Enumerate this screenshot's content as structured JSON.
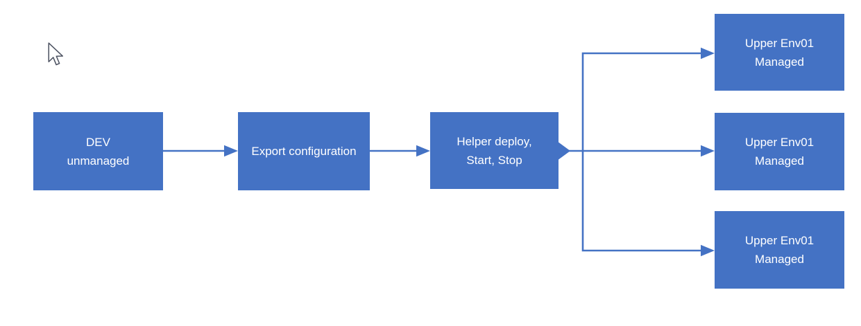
{
  "colors": {
    "background": "#ffffff",
    "shape-fill": "#4472C4",
    "shape-text": "#ffffff",
    "connector": "#4472C4",
    "cursor-fill": "#ffffff",
    "cursor-outline": "#4b5160"
  },
  "diagram": {
    "nodes": [
      {
        "id": "dev-unmanaged",
        "lines": [
          "DEV",
          "unmanaged"
        ]
      },
      {
        "id": "export-configuration",
        "lines": [
          "Export configuration"
        ]
      },
      {
        "id": "helper-deploy-start-stop",
        "lines": [
          "Helper deploy,",
          "Start, Stop"
        ]
      },
      {
        "id": "upper-env01-managed-1",
        "lines": [
          "Upper Env01",
          "Managed"
        ]
      },
      {
        "id": "upper-env01-managed-2",
        "lines": [
          "Upper Env01",
          "Managed"
        ]
      },
      {
        "id": "upper-env01-managed-3",
        "lines": [
          "Upper Env01",
          "Managed"
        ]
      }
    ],
    "connections": [
      {
        "from": "dev-unmanaged",
        "to": "export-configuration"
      },
      {
        "from": "export-configuration",
        "to": "helper-deploy-start-stop"
      },
      {
        "from": "helper-deploy-start-stop",
        "to": "upper-env01-managed-1"
      },
      {
        "from": "helper-deploy-start-stop",
        "to": "upper-env01-managed-2"
      },
      {
        "from": "helper-deploy-start-stop",
        "to": "upper-env01-managed-3"
      }
    ]
  }
}
